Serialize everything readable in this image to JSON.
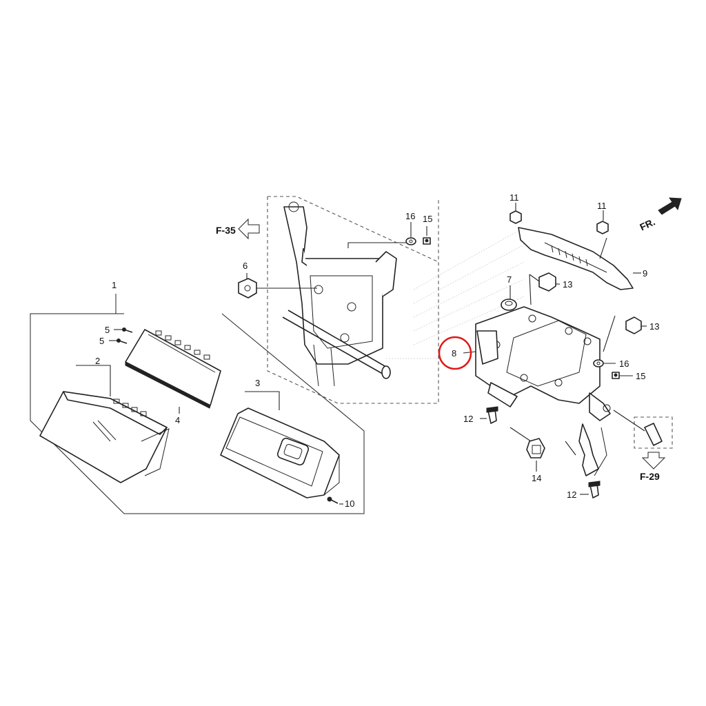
{
  "callouts": {
    "c1": "1",
    "c2": "2",
    "c3": "3",
    "c4": "4",
    "c5a": "5",
    "c5b": "5",
    "c6": "6",
    "c7": "7",
    "c8": "8",
    "c9": "9",
    "c10": "10",
    "c11a": "11",
    "c11b": "11",
    "c12a": "12",
    "c12b": "12",
    "c13a": "13",
    "c13b": "13",
    "c14": "14",
    "c15a": "15",
    "c15b": "15",
    "c16a": "16",
    "c16b": "16"
  },
  "references": {
    "f35": "F-35",
    "f29": "F-29",
    "front": "FR."
  },
  "highlight": {
    "color": "#e01818",
    "part": "8"
  },
  "colors": {
    "line": "#222222",
    "background": "#ffffff",
    "watermark": "#d8d8d8"
  }
}
